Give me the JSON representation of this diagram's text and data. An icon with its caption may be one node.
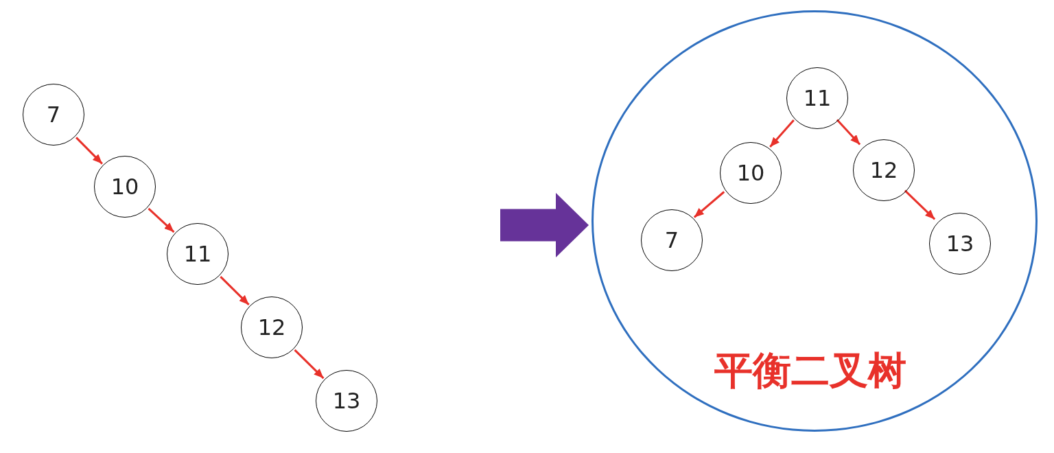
{
  "diagram": {
    "nodes": [
      {
        "text": [
          "7"
        ]
      },
      {
        "text": [
          "10"
        ]
      },
      {
        "text": [
          "11"
        ]
      },
      {
        "text": [
          "12"
        ]
      },
      {
        "text": [
          "13"
        ]
      },
      {
        "text": [
          "平衡二叉树"
        ]
      },
      {
        "text": [
          "11"
        ],
        "in": 5
      },
      {
        "text": [
          "10"
        ],
        "in": 5
      },
      {
        "text": [
          "12"
        ],
        "in": 5
      },
      {
        "text": [
          "7"
        ],
        "in": 5
      },
      {
        "text": [
          "13"
        ],
        "in": 5
      }
    ],
    "edges": [
      {
        "from": 0,
        "to": 1,
        "arrow": "to"
      },
      {
        "from": 1,
        "to": 2,
        "arrow": "to"
      },
      {
        "from": 2,
        "to": 3,
        "arrow": "to"
      },
      {
        "from": 3,
        "to": 4,
        "arrow": "to"
      },
      {
        "from": null,
        "to": 5,
        "arrow": "to",
        "style": "thick",
        "color": "#663399"
      },
      {
        "from": 6,
        "to": 7,
        "arrow": "to"
      },
      {
        "from": 6,
        "to": 8,
        "arrow": "to"
      },
      {
        "from": 7,
        "to": 9,
        "arrow": "to"
      },
      {
        "from": 8,
        "to": 10,
        "arrow": "to"
      }
    ]
  }
}
